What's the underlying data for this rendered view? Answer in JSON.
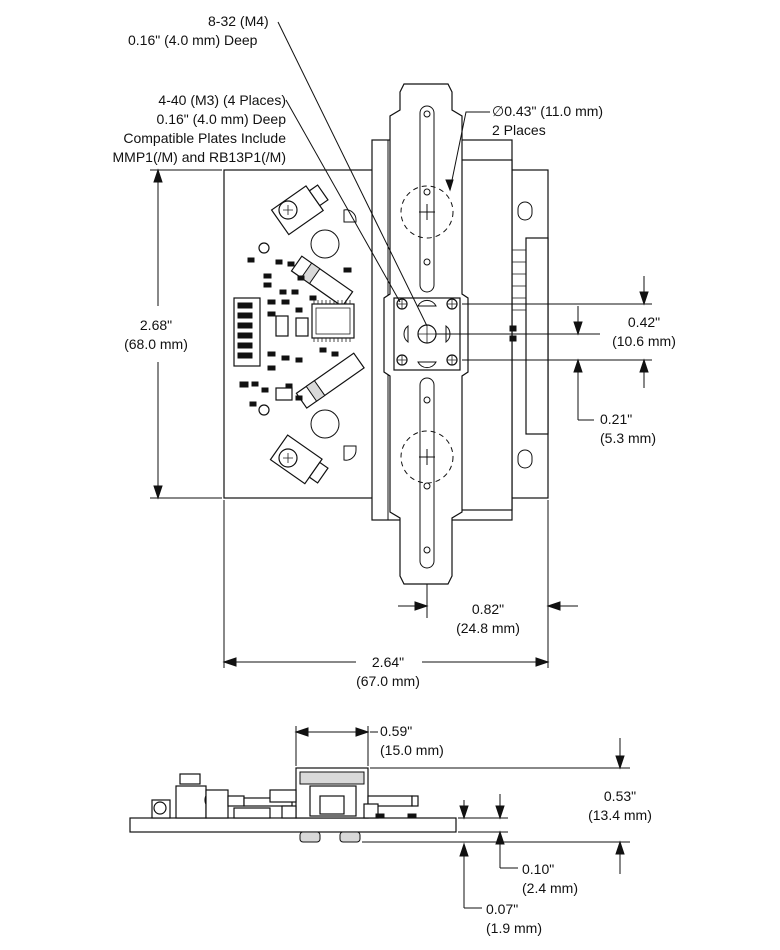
{
  "callouts": {
    "thread_8_32": {
      "line1": "8-32 (M4)",
      "line2": "0.16\" (4.0 mm) Deep"
    },
    "thread_4_40": {
      "line1": "4-40 (M3) (4 Places)",
      "line2": "0.16\" (4.0 mm) Deep",
      "line3": "Compatible Plates Include",
      "line4": "MMP1(/M) and RB13P1(/M)"
    },
    "bore": {
      "line1": "∅0.43\" (11.0 mm)",
      "line2": "2 Places"
    }
  },
  "dimensions": {
    "height": {
      "in": "2.68\"",
      "mm": "(68.0 mm)"
    },
    "hole_spacing": {
      "in": "0.42\"",
      "mm": "(10.6 mm)"
    },
    "hole_offset": {
      "in": "0.21\"",
      "mm": "(5.3 mm)"
    },
    "center_to_edge": {
      "in": "0.82\"",
      "mm": "(24.8 mm)"
    },
    "width": {
      "in": "2.64\"",
      "mm": "(67.0 mm)"
    },
    "block_width": {
      "in": "0.59\"",
      "mm": "(15.0 mm)"
    },
    "total_thickness": {
      "in": "0.53\"",
      "mm": "(13.4 mm)"
    },
    "board_thickness": {
      "in": "0.10\"",
      "mm": "(2.4 mm)"
    },
    "screw_protrusion": {
      "in": "0.07\"",
      "mm": "(1.9 mm)"
    }
  },
  "colors": {
    "line": "#111111",
    "background": "#ffffff"
  }
}
